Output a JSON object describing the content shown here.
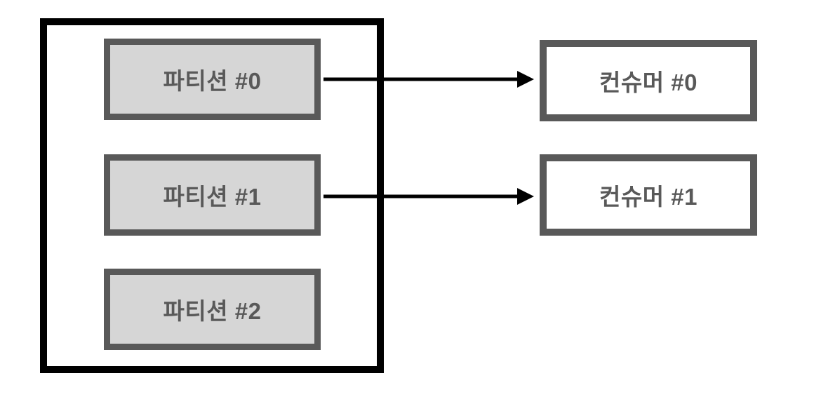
{
  "diagram": {
    "type": "flow-diagram",
    "partition_group": {
      "partitions": [
        {
          "label": "파티션 #0"
        },
        {
          "label": "파티션 #1"
        },
        {
          "label": "파티션 #2"
        }
      ]
    },
    "consumers": [
      {
        "label": "컨슈머 #0"
      },
      {
        "label": "컨슈머 #1"
      }
    ],
    "connections": [
      {
        "from": "파티션 #0",
        "to": "컨슈머 #0"
      },
      {
        "from": "파티션 #1",
        "to": "컨슈머 #1"
      }
    ],
    "colors": {
      "background": "#ffffff",
      "outer_border": "#000000",
      "box_border": "#595959",
      "partition_fill": "#d6d6d6",
      "consumer_fill": "#ffffff",
      "label_text": "#595959",
      "arrow": "#000000"
    }
  }
}
